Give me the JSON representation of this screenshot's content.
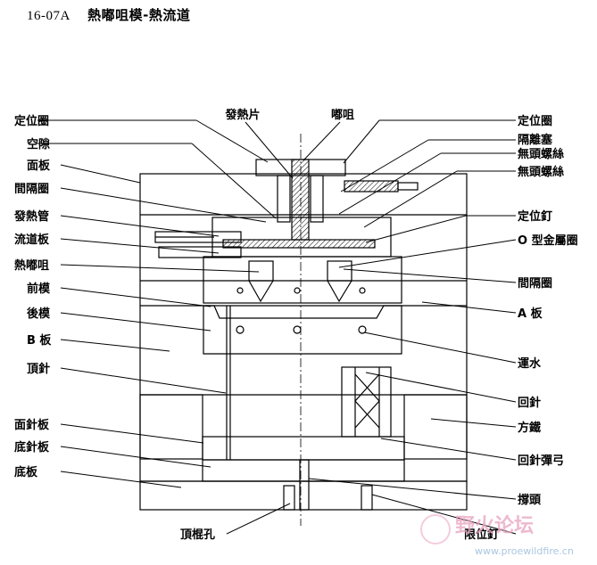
{
  "header": {
    "code": "16-07A",
    "title": "熱嘟咀模-熱流道"
  },
  "labels": {
    "top": {
      "heater_sheet": "發熱片",
      "nozzle": "嘟咀"
    },
    "left": {
      "locating_ring": "定位圈",
      "clearance": "空隙",
      "face_plate": "面板",
      "spacer_ring": "間隔圈",
      "heater_tube": "發熱管",
      "runner_plate": "流道板",
      "hot_nozzle": "熱嘟咀",
      "cavity": "前模",
      "core": "後模",
      "b_plate": "B 板",
      "ejector_pin": "頂針",
      "ejector_retainer_plate": "面針板",
      "ejector_plate": "底針板",
      "bottom_plate": "底板",
      "ko_hole": "頂棍孔"
    },
    "right": {
      "locating_ring": "定位圈",
      "insulator": "隔離塞",
      "set_screw_1": "無頭螺絲",
      "set_screw_2": "無頭螺絲",
      "dowel_pin": "定位釘",
      "o_ring": "O 型金屬圈",
      "spacer_ring": "間隔圈",
      "a_plate": "A 板",
      "cooling": "運水",
      "return_pin": "回針",
      "spacer_block": "方鐵",
      "return_spring": "回針彈弓",
      "support_pillar": "撐頭",
      "stop_pin": "限位釘"
    }
  },
  "watermark": {
    "cn": "野火论坛",
    "url": "www.proewildfire.cn"
  }
}
